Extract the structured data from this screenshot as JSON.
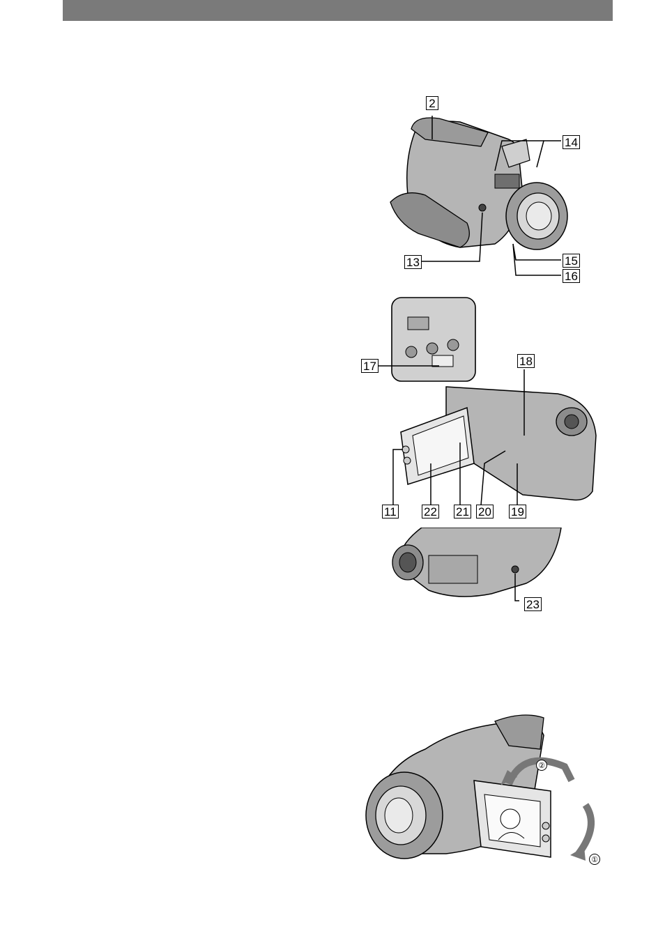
{
  "figure_1": {
    "callouts": [
      "2",
      "14",
      "13",
      "15",
      "16"
    ]
  },
  "figure_2": {
    "callouts": [
      "17",
      "18",
      "11",
      "22",
      "21",
      "20",
      "19"
    ]
  },
  "figure_3": {
    "callouts": [
      "23"
    ]
  },
  "figure_4": {
    "steps": [
      "②",
      "①"
    ]
  }
}
